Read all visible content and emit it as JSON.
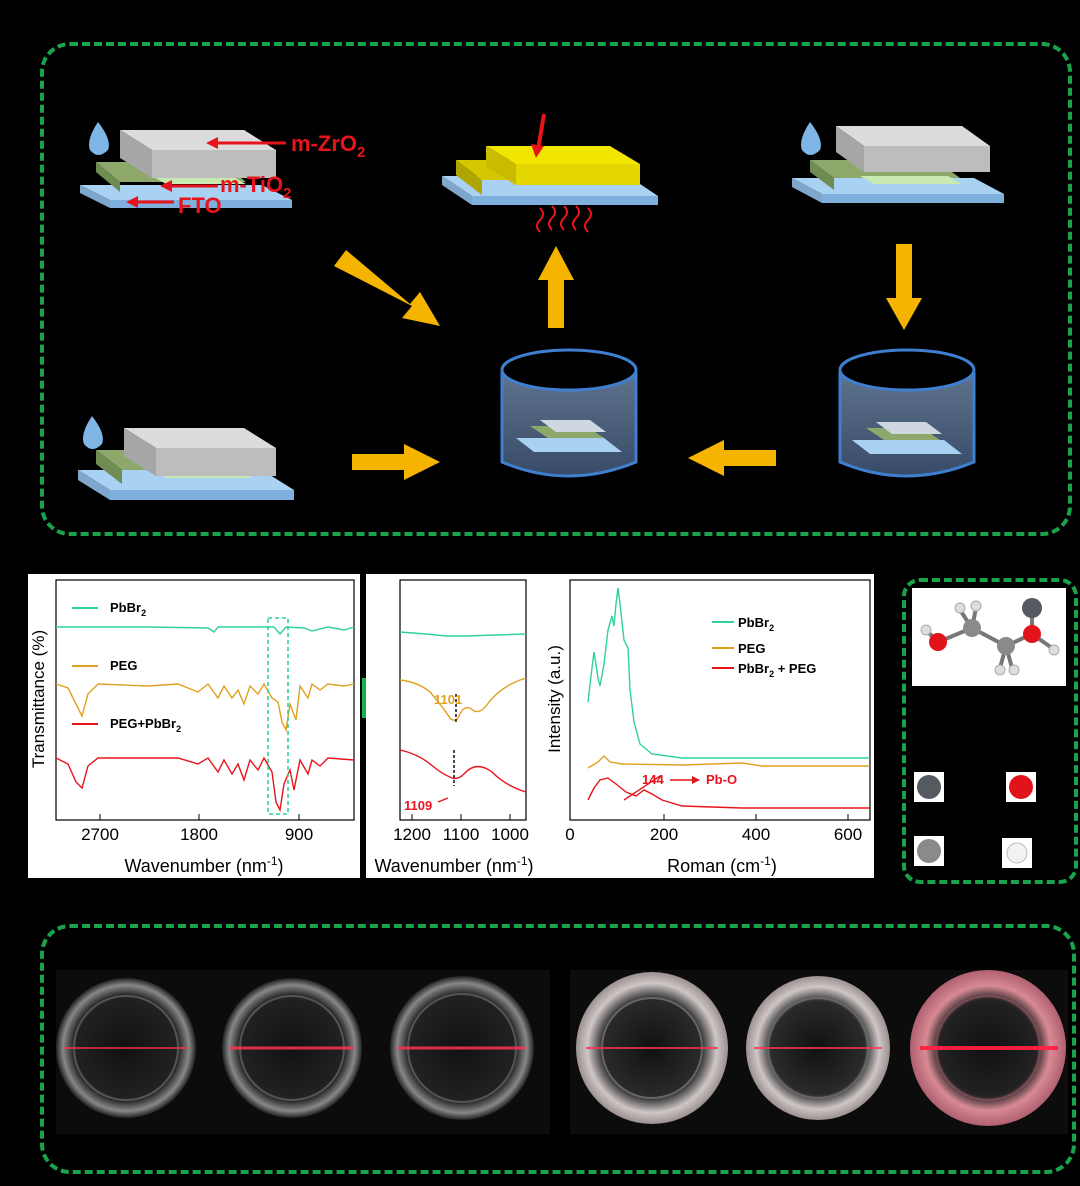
{
  "schematic": {
    "labels": {
      "zro2": "m-ZrO",
      "zro2_sub": "2",
      "tio2": "m-TiO",
      "tio2_sub": "2",
      "fto": "FTO"
    },
    "colors": {
      "arrow": "#f5b400",
      "label_red": "#e8141c",
      "dashed_border": "#1aa34a",
      "perovskite_yellow": "#f2e600"
    }
  },
  "ftir": {
    "y_label": "Transmittance (%)",
    "x_label_prefix": "Wavenumber (nm",
    "x_label_sup": "-1",
    "x_label_suffix": ")",
    "x_ticks": [
      "2700",
      "1800",
      "900"
    ],
    "legend": {
      "pbbr2": "PbBr",
      "pbbr2_sub": "2",
      "peg": "PEG",
      "peg_pbbr2": "PEG+PbBr",
      "peg_pbbr2_sub": "2"
    }
  },
  "zoom": {
    "x_label_prefix": "Wavenumber (nm",
    "x_label_sup": "-1",
    "x_label_suffix": ")",
    "x_ticks": [
      "1200",
      "1100",
      "1000"
    ],
    "annot_peg": "1101",
    "annot_mix": "1109"
  },
  "raman": {
    "y_label": "Intensity (a.u.)",
    "x_label_prefix": "Roman (cm",
    "x_label_sup": "-1",
    "x_label_suffix": ")",
    "x_ticks": [
      "0",
      "200",
      "400",
      "600"
    ],
    "legend": {
      "pbbr2": "PbBr",
      "pbbr2_sub": "2",
      "peg": "PEG",
      "mix_a": "PbBr",
      "mix_sub": "2",
      "mix_b": " + PEG"
    },
    "annot_peak": "144",
    "annot_bond": "Pb-O"
  },
  "series_colors": {
    "pbbr2": "#2fd39a",
    "peg": "#e0a020",
    "mix": "#e8141c"
  },
  "atoms": {
    "colors": [
      "#555a60",
      "#e0141a",
      "#8a8a8a",
      "#f2f2f2"
    ]
  }
}
